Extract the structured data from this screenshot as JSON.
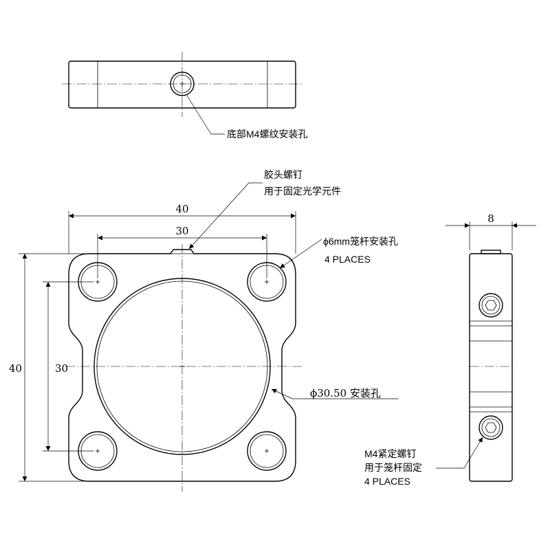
{
  "top_view": {
    "callout": "底部M4螺纹安装孔"
  },
  "front_view": {
    "screw_callout": {
      "line1": "胶头螺钉",
      "line2": "用于固定光学元件"
    },
    "dim_width_outer": "40",
    "dim_width_inner": "30",
    "dim_height_outer": "40",
    "dim_height_inner": "30",
    "hole_callout": {
      "line1": "ϕ6mm笼杆安装孔",
      "line2": "4 PLACES"
    },
    "bore_callout": "ϕ30.50 安装孔"
  },
  "side_view": {
    "dim_thickness": "8",
    "screw_callout": {
      "line1": "M4紧定螺钉",
      "line2": "用于笼杆固定",
      "line3": "4 PLACES"
    }
  }
}
